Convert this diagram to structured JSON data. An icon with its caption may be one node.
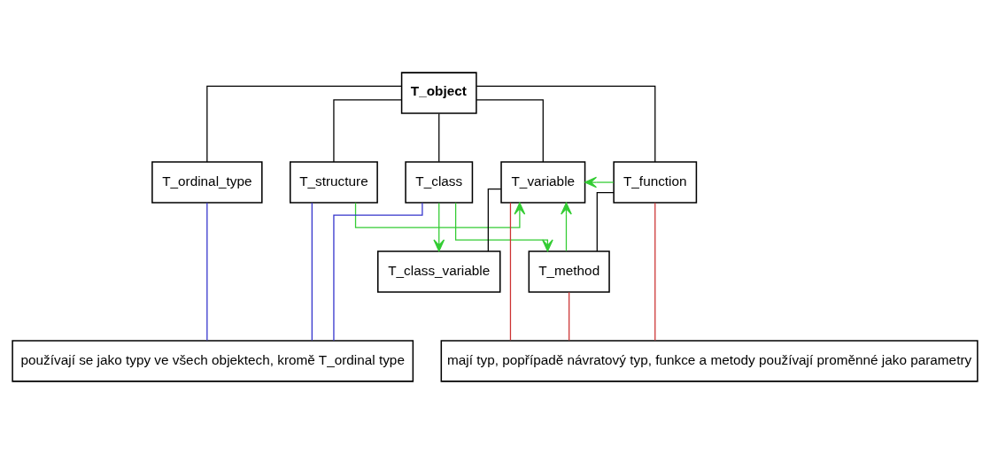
{
  "diagram": {
    "nodes": [
      {
        "text": [
          "T_object"
        ]
      },
      {
        "text": [
          "T_ordinal_type"
        ]
      },
      {
        "text": [
          "T_structure"
        ]
      },
      {
        "text": [
          "T_class"
        ]
      },
      {
        "text": [
          "T_variable"
        ]
      },
      {
        "text": [
          "T_function"
        ]
      },
      {
        "text": [
          "T_class_variable"
        ]
      },
      {
        "text": [
          "T_method"
        ]
      },
      {
        "text": [
          "používají se jako typy ve všech objektech, kromě T_ordinal type"
        ]
      },
      {
        "text": [
          "mají typ, popřípadě návratový typ, funkce a metody používají proměnné jako parametry"
        ]
      }
    ],
    "edges": [
      {
        "from": 0,
        "to": 1,
        "arrow": "none"
      },
      {
        "from": 0,
        "to": 2,
        "arrow": "none"
      },
      {
        "from": 0,
        "to": 3,
        "arrow": "none"
      },
      {
        "from": 0,
        "to": 4,
        "arrow": "none"
      },
      {
        "from": 0,
        "to": 5,
        "arrow": "none"
      },
      {
        "from": 4,
        "to": 6,
        "arrow": "none"
      },
      {
        "from": 5,
        "to": 7,
        "arrow": "none"
      },
      {
        "from": 2,
        "to": 4,
        "arrow": "to",
        "color": "#33cc33"
      },
      {
        "from": 3,
        "to": 6,
        "arrow": "to",
        "color": "#33cc33"
      },
      {
        "from": 3,
        "to": 7,
        "arrow": "to",
        "color": "#33cc33"
      },
      {
        "from": 5,
        "to": 4,
        "arrow": "to",
        "color": "#33cc33"
      },
      {
        "from": 7,
        "to": 4,
        "arrow": "to",
        "color": "#33cc33"
      },
      {
        "from": 1,
        "to": 8,
        "arrow": "none",
        "color": "#3333cc"
      },
      {
        "from": 2,
        "to": 8,
        "arrow": "none",
        "color": "#3333cc"
      },
      {
        "from": 3,
        "to": 8,
        "arrow": "none",
        "color": "#3333cc"
      },
      {
        "from": 4,
        "to": 9,
        "arrow": "none",
        "color": "#cc3333"
      },
      {
        "from": 5,
        "to": 9,
        "arrow": "none",
        "color": "#cc3333"
      },
      {
        "from": 7,
        "to": 9,
        "arrow": "none",
        "color": "#cc3333"
      }
    ]
  }
}
